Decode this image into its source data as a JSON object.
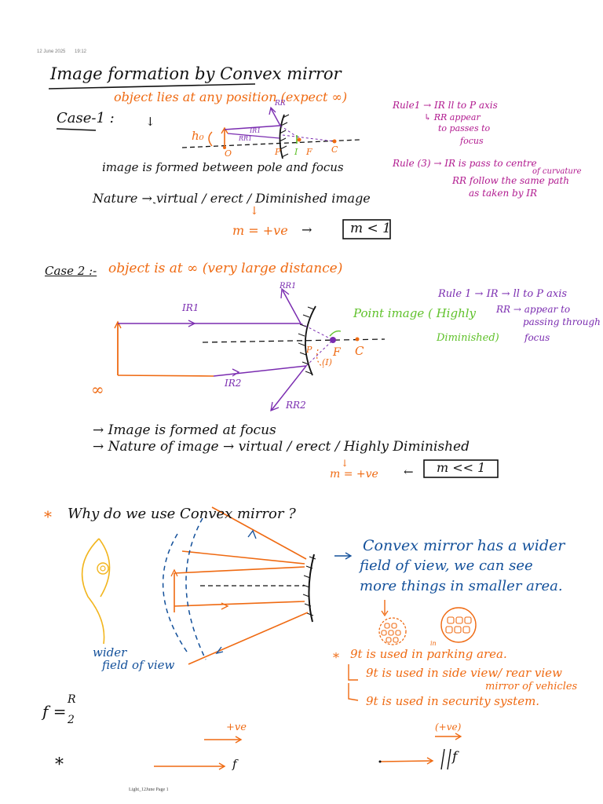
{
  "meta": {
    "date": "12 June 2025",
    "time": "19:12"
  },
  "title": "Image formation by Convex mirror",
  "case1": {
    "label": "Case-1 :",
    "object_text": "object lies at any position (expect ∞)",
    "ho": "h₀",
    "ray_labels": {
      "rr": "RR",
      "ir1": "IR1",
      "rr1": "RR1",
      "o": "O",
      "p": "P",
      "i": "I",
      "f": "F",
      "c": "C"
    },
    "rule1": [
      "Rule1 → IR ll to P axis",
      "↳ RR appear",
      "to passes to",
      "focus"
    ],
    "rule3": [
      "Rule (3) → IR is pass to centre",
      "of curvature",
      "RR follow the same path",
      "as taken by IR"
    ],
    "image_text": "image is formed between pole and focus",
    "nature": "Nature → virtual / erect / Diminished image",
    "down_arrow": "↓",
    "m_val": "m = +ve",
    "arrow": "→",
    "m_box": "m < 1"
  },
  "case2": {
    "label": "Case 2 :-",
    "object_text": "object is at ∞ (very large distance)",
    "rr1": "RR1",
    "ir1": "IR1",
    "ir2": "IR2",
    "rr2": "RR2",
    "infinity": "∞",
    "point_image": [
      "Point image ( Highly",
      "Diminished)"
    ],
    "p": "P",
    "f": "F",
    "c": "C",
    "i": "(I)",
    "rule": [
      "Rule 1 → IR → ll to P axis",
      "RR → appear to",
      "passing through",
      "focus"
    ],
    "formed": "→ Image is formed at focus",
    "nature": "→ Nature of image → virtual / erect / Highly Diminished",
    "m_val": "m = +ve",
    "down_arrow": "↓",
    "arrow": "←",
    "m_box": "m << 1"
  },
  "why": {
    "star": "*",
    "question": "Why do we use Convex mirror ?",
    "wider": [
      "wider",
      "field of view"
    ],
    "statement": [
      "Convex mirror has a wider",
      "field of view, we can see",
      "more things in smaller area."
    ],
    "uses_star": "*",
    "uses": [
      "9t is used in parking area.",
      "9t is used in side view/ rear view",
      "mirror of vehicles",
      "9t is used in security system."
    ],
    "in_note": "in"
  },
  "formula": {
    "f": "f =",
    "num": "R",
    "den": "2"
  },
  "sign": {
    "ve1": "+ve",
    "star": "*",
    "f1": "f",
    "ve2": "(+ve)",
    "f2": "f"
  },
  "footer": "Light_12June Page 1"
}
